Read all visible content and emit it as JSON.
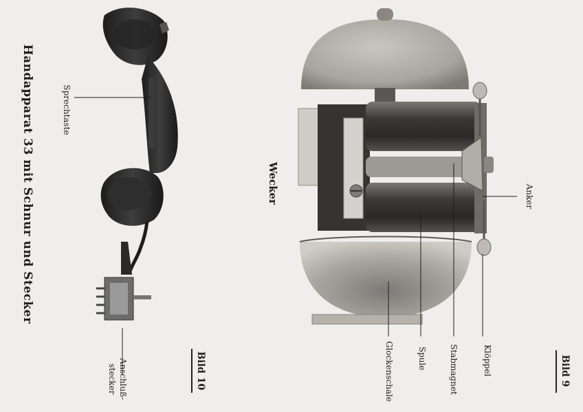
{
  "figure10": {
    "title": "Handapparat 33 mit Schnur und Stecker",
    "label_sprech": "Sprechtaste",
    "label_anschluss_1": "Anschluß-",
    "label_anschluss_2": "stecker",
    "bild": "Bild 10"
  },
  "figure9": {
    "title": "Wecker",
    "label_anker": "Anker",
    "label_kloeppel": "Klöppel",
    "label_stabmagnet": "Stabmagnet",
    "label_spule": "Spule",
    "label_glockenschale": "Glockenschale",
    "bild": "Bild 9"
  },
  "colors": {
    "paper": "#efeeec",
    "ink": "#1d1d1d",
    "bell_light": "#b9b7b2",
    "bell_dark": "#6f6d69",
    "metal": "#4a4a4a",
    "handset": "#2b2b2b"
  }
}
